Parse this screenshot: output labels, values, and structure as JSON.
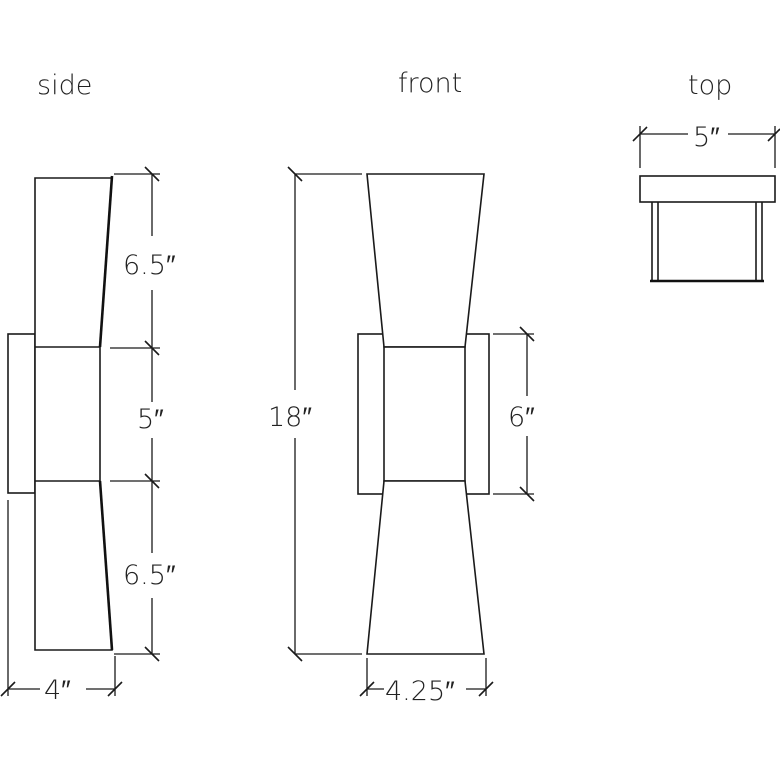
{
  "views": {
    "side": {
      "label": "side"
    },
    "front": {
      "label": "front"
    },
    "top": {
      "label": "top"
    }
  },
  "dimensions": {
    "side_upper_height": "6.5″",
    "side_middle_height": "5″",
    "side_lower_height": "6.5″",
    "side_depth": "4″",
    "front_total_height": "18″",
    "front_backplate_height": "6″",
    "front_width": "4.25″",
    "top_width": "5″"
  },
  "colors": {
    "line": "#1a1a1a",
    "background": "#ffffff"
  }
}
